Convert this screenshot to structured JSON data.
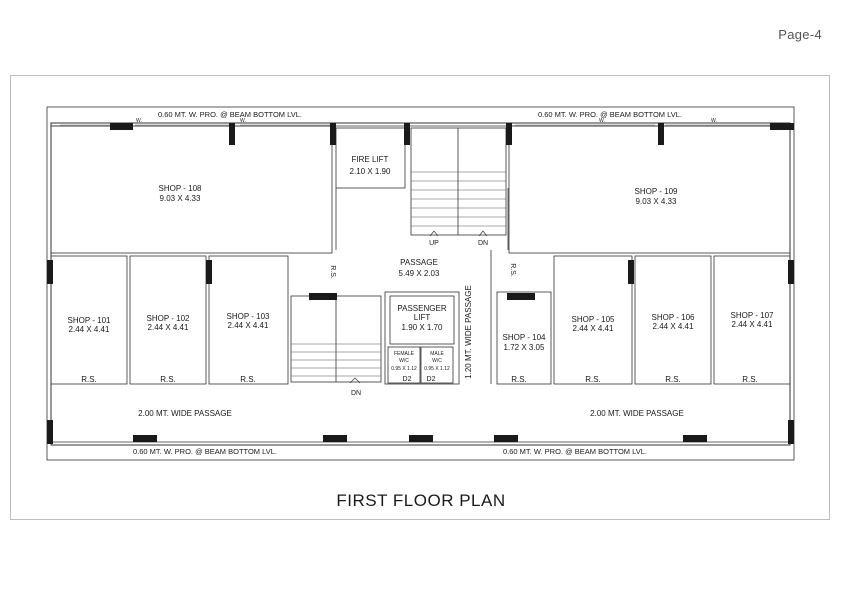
{
  "page_label": "Page-4",
  "title": "FIRST FLOOR  PLAN",
  "projection_label": "0.60 MT. W. PRO. @ BEAM BOTTOM LVL.",
  "window_mark": "W.",
  "rs_mark": "R.S.",
  "rooms": [
    {
      "id": "shop-108",
      "name": "SHOP - 108",
      "size": "9.03 X 4.33"
    },
    {
      "id": "shop-109",
      "name": "SHOP - 109",
      "size": "9.03 X 4.33"
    },
    {
      "id": "shop-101",
      "name": "SHOP - 101",
      "size": "2.44 X 4.41"
    },
    {
      "id": "shop-102",
      "name": "SHOP - 102",
      "size": "2.44 X 4.41"
    },
    {
      "id": "shop-103",
      "name": "SHOP - 103",
      "size": "2.44 X 4.41"
    },
    {
      "id": "shop-104",
      "name": "SHOP - 104",
      "size": "1.72 X 3.05"
    },
    {
      "id": "shop-105",
      "name": "SHOP - 105",
      "size": "2.44 X 4.41"
    },
    {
      "id": "shop-106",
      "name": "SHOP - 106",
      "size": "2.44 X 4.41"
    },
    {
      "id": "shop-107",
      "name": "SHOP - 107",
      "size": "2.44 X 4.41"
    },
    {
      "id": "fire-lift",
      "name": "FIRE LIFT",
      "size": "2.10 X 1.90"
    },
    {
      "id": "passage",
      "name": "PASSAGE",
      "size": "5.49 X 2.03"
    },
    {
      "id": "passenger-lift",
      "name": "PASSENGER",
      "name2": "LIFT",
      "size": "1.90 X 1.70"
    },
    {
      "id": "female-wc",
      "name": "FEMALE",
      "name2": "W/C",
      "size": "0.95 X 1.12",
      "door": "D2"
    },
    {
      "id": "male-wc",
      "name": "MALE",
      "name2": "W/C",
      "size": "0.95 X 1.12",
      "door": "D2"
    }
  ],
  "labels": {
    "wide_passage": "2.00 MT. WIDE PASSAGE",
    "vertical_passage": "1.20 MT. WIDE PASSAGE",
    "up": "UP",
    "dn": "DN"
  }
}
